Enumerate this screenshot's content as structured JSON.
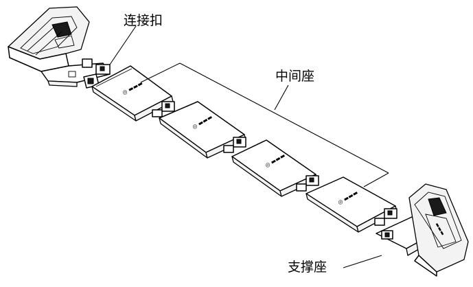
{
  "labels": {
    "connector_buckle": "连接扣",
    "middle_base": "中间座",
    "support_base": "支撑座"
  }
}
